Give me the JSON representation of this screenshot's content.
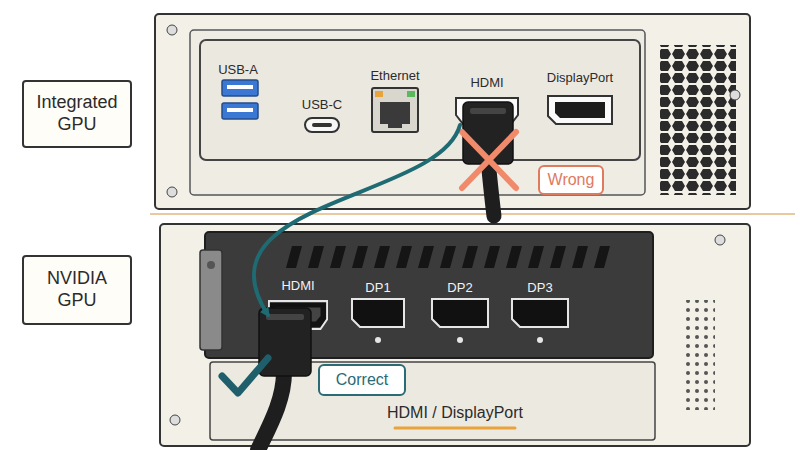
{
  "diagram": {
    "nodes": [
      {
        "text": [
          "Integrated GPU"
        ]
      },
      {
        "text": [
          "HDMI"
        ]
      },
      {
        "text": [
          "Wrong"
        ]
      },
      {
        "text": [
          "NVIDIA GPU"
        ]
      },
      {
        "text": [
          "HDMI"
        ]
      },
      {
        "text": [
          "Correct"
        ]
      }
    ],
    "edges": [
      {
        "from": 1,
        "to": 4,
        "arrow": "to"
      }
    ],
    "labels": [
      "USB-A",
      "USB-C",
      "Ethernet",
      "DisplayPort",
      "DP1",
      "DP2",
      "DP3",
      "HDMI / DisplayPort"
    ]
  }
}
